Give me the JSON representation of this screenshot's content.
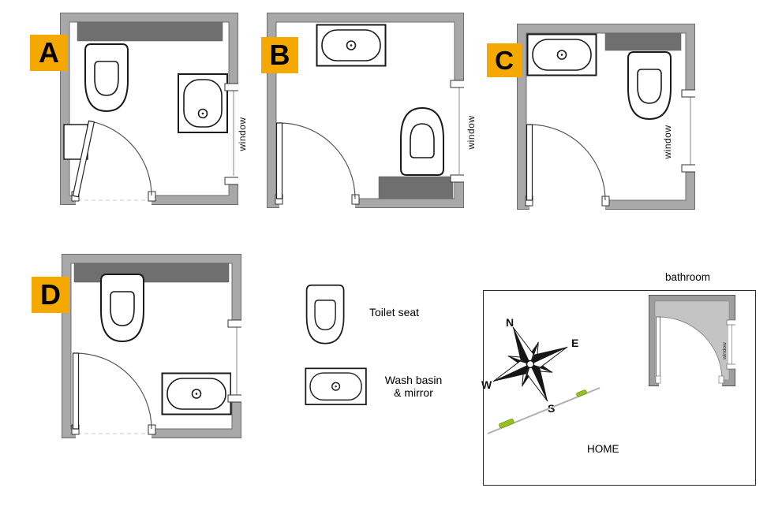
{
  "colors": {
    "accent_yellow": "#F5A800",
    "wall_gray": "#A8A8A8",
    "dark_gray": "#6F6F6F"
  },
  "plans": {
    "a": {
      "label": "A",
      "window_label": "window"
    },
    "b": {
      "label": "B",
      "window_label": "window"
    },
    "c": {
      "label": "C",
      "window_label": "window"
    },
    "d": {
      "label": "D"
    }
  },
  "legend": {
    "toilet_label": "Toilet seat",
    "basin_label_line1": "Wash basin",
    "basin_label_line2": "& mirror"
  },
  "home": {
    "bathroom_label": "bathroom",
    "home_label": "HOME",
    "mini_window_label": "window",
    "compass": {
      "n": "N",
      "e": "E",
      "s": "S",
      "w": "W"
    }
  }
}
